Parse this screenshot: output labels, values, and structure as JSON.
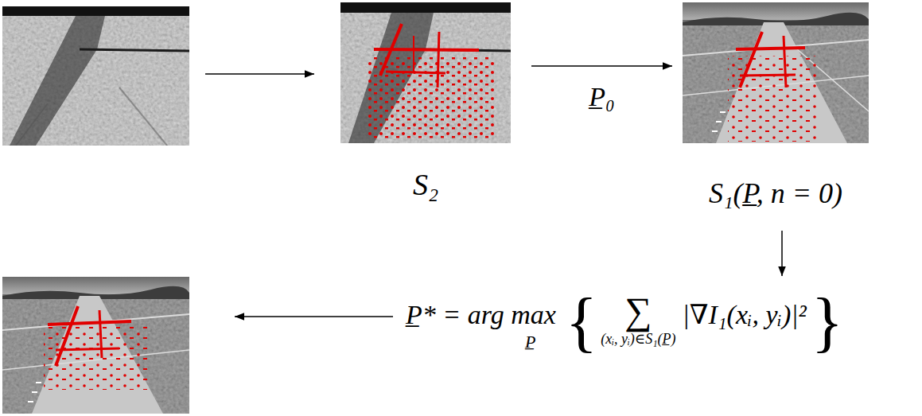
{
  "diagram": {
    "nodes": [
      {
        "text": [
          "S₂"
        ]
      },
      {
        "text": [
          "S₁(P̲, n = 0)"
        ]
      },
      {
        "text": [
          "P̲* = arg max",
          "P̲",
          "{",
          "∑",
          "(xᵢ, yᵢ)∈S₁(P̲)",
          "|∇I₁(xᵢ, yᵢ)|²",
          "}"
        ]
      }
    ],
    "edges": [
      {
        "from": 0,
        "to": 1,
        "arrow": "to",
        "label": "P̲₀"
      },
      {
        "from": 1,
        "to": 2,
        "arrow": "to"
      }
    ]
  }
}
